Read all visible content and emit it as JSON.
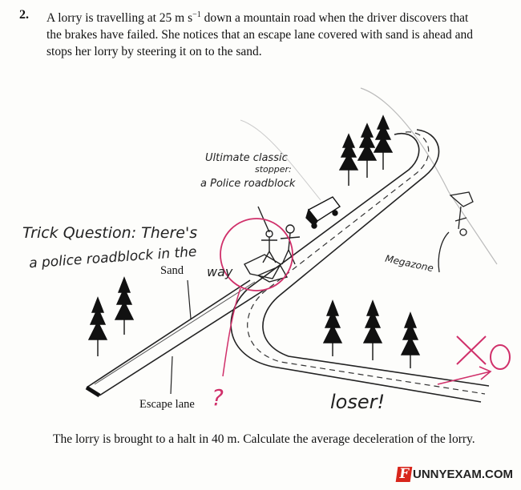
{
  "question": {
    "number": "2.",
    "line1_pre": "A lorry is travelling at 25 m s",
    "line1_sup": "−1",
    "line1_post": " down a mountain road when the driver discovers that",
    "line2": "the brakes have failed.  She notices that an escape lane covered with sand is ahead and",
    "line3": "stops her lorry by steering it on to the sand."
  },
  "diagram": {
    "label_sand": "Sand",
    "label_escape_lane": "Escape lane"
  },
  "annotations": {
    "ultimate_1": "Ultimate classic",
    "ultimate_2": "stopper:",
    "ultimate_3": "a Police roadblock",
    "trick_1": "Trick Question: There's",
    "trick_2": "a police roadblock in the",
    "trick_3": "way",
    "megazone": "Megazone",
    "loser": "loser!",
    "question_mark": "?",
    "xo": "X O"
  },
  "bottom_question": "The lorry is brought to a halt in 40 m.  Calculate the average deceleration of the lorry.",
  "watermark": {
    "logo_letter": "F",
    "text": "UNNYEXAM.COM"
  },
  "colors": {
    "ink": "#111111",
    "pen": "#222222",
    "red_pen": "#d0306a",
    "logo_red": "#d8261c"
  }
}
